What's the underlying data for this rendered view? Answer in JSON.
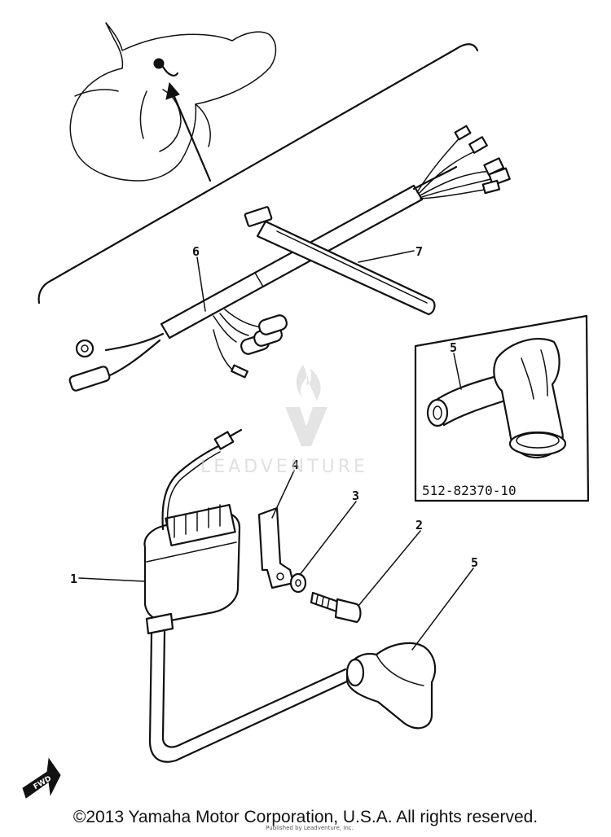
{
  "diagram": {
    "callouts": {
      "c1": "1",
      "c2": "2",
      "c3": "3",
      "c4": "4",
      "c5a": "5",
      "c5b": "5",
      "c6": "6",
      "c7": "7"
    },
    "inset_part_number": "512-82370-10",
    "fwd_label": "FWD"
  },
  "watermark": {
    "text": "LEADVENTURE"
  },
  "footer": {
    "copyright": "©2013 Yamaha Motor Corporation, U.S.A. All rights reserved.",
    "credit": "Published by Leadventure, Inc."
  }
}
